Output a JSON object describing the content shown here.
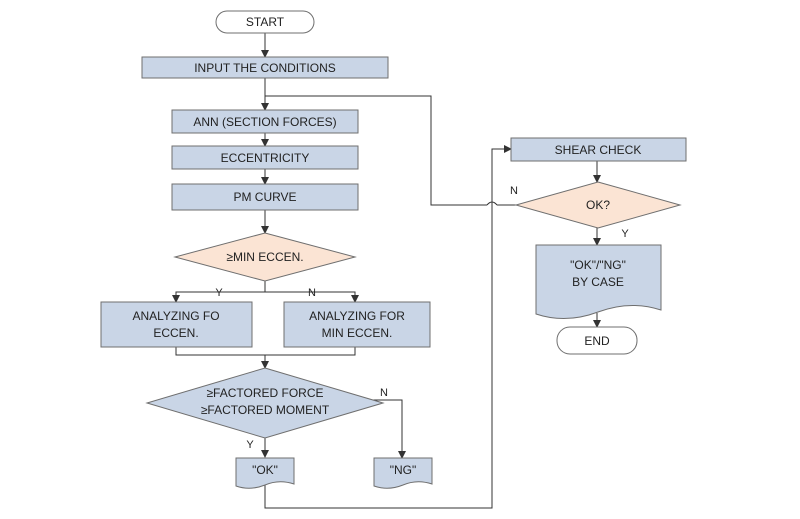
{
  "nodes": {
    "start": "START",
    "input": "INPUT THE CONDITIONS",
    "ann": "ANN (SECTION FORCES)",
    "ecc": "ECCENTRICITY",
    "pm": "PM CURVE",
    "min_ecc_decision": "≥MIN ECCEN.",
    "analyzing_fo_line1": "ANALYZING FO",
    "analyzing_fo_line2": "ECCEN.",
    "analyzing_min_line1": "ANALYZING FOR",
    "analyzing_min_line2": "MIN ECCEN.",
    "factored_line1": "≥FACTORED FORCE",
    "factored_line2": "≥FACTORED MOMENT",
    "ok_doc": "\"OK\"",
    "ng_doc": "\"NG\"",
    "shear_check": "SHEAR CHECK",
    "ok_decision": "OK?",
    "result_line1": "\"OK\"/\"NG\"",
    "result_line2": "BY CASE",
    "end": "END"
  },
  "labels": {
    "yes": "Y",
    "no": "N"
  },
  "colors": {
    "process_fill": "#c9d5e6",
    "decision_fill": "#fbe4d4",
    "line": "#333333"
  }
}
